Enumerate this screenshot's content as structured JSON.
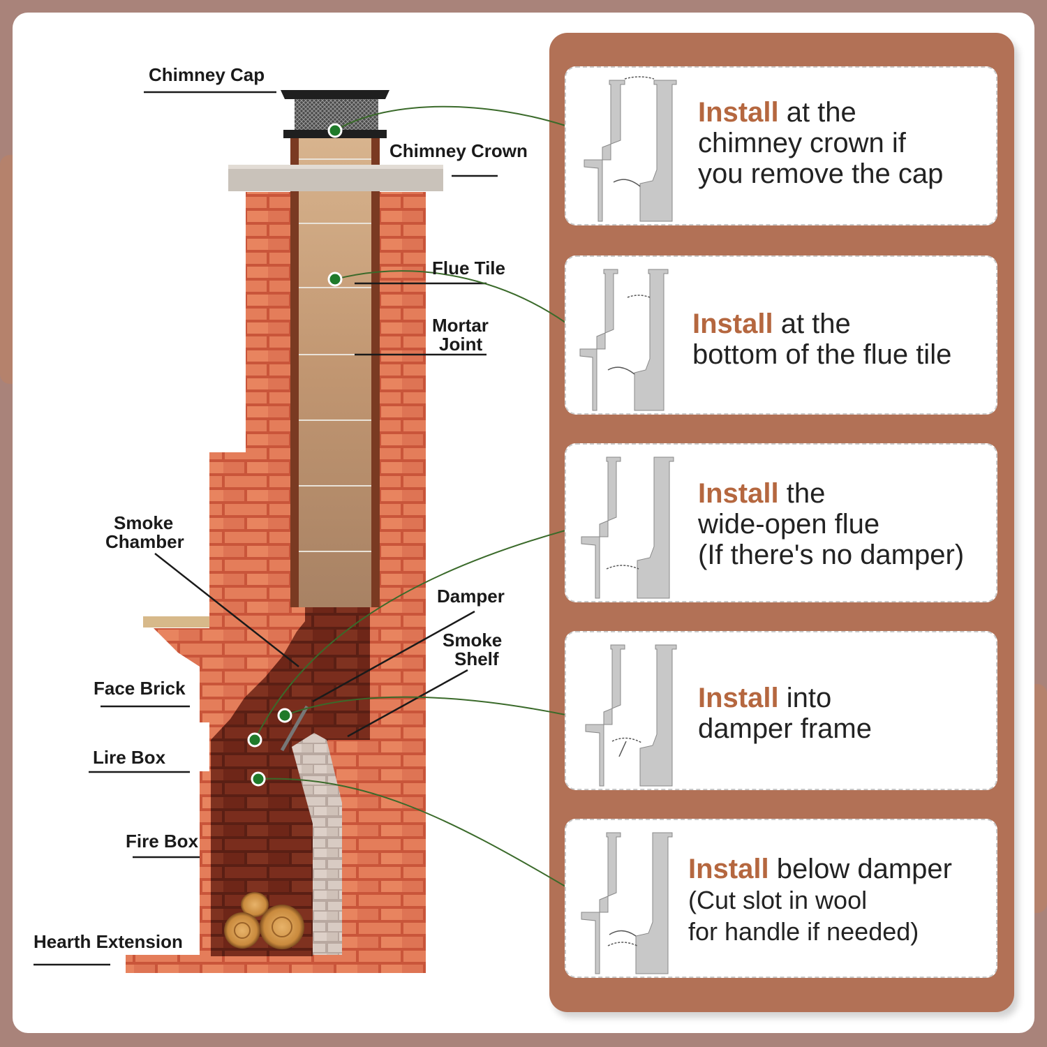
{
  "labels": {
    "chimney_cap": "Chimney Cap",
    "chimney_crown": "Chimney Crown",
    "flue_tile": "Flue Tile",
    "mortar_joint_1": "Mortar",
    "mortar_joint_2": "Joint",
    "smoke_chamber_1": "Smoke",
    "smoke_chamber_2": "Chamber",
    "damper": "Damper",
    "smoke_shelf_1": "Smoke",
    "smoke_shelf_2": "Shelf",
    "face_brick": "Face Brick",
    "lire_box": "Lire Box",
    "fire_box": "Fire Box",
    "hearth_extension": "Hearth Extension"
  },
  "cards": [
    {
      "keyword": "Install",
      "line1": " at the",
      "line2": "chimney crown if",
      "line3": "you remove the cap"
    },
    {
      "keyword": "Install",
      "line1": " at the",
      "line2": "bottom of the flue tile"
    },
    {
      "keyword": "Install",
      "line1": " the",
      "line2": "wide-open flue",
      "line3": "(If there's no damper)"
    },
    {
      "keyword": "Install",
      "line1": " into",
      "line2": "damper frame"
    },
    {
      "keyword": "Install",
      "line1": " below damper",
      "line2": "(Cut slot in wool",
      "line3": "for handle if needed)"
    }
  ],
  "colors": {
    "accent": "#b5673f",
    "panel": "#b27156",
    "brick": "#d9714f",
    "connector": "#3a6a2a",
    "dot": "#1f7a2a"
  }
}
